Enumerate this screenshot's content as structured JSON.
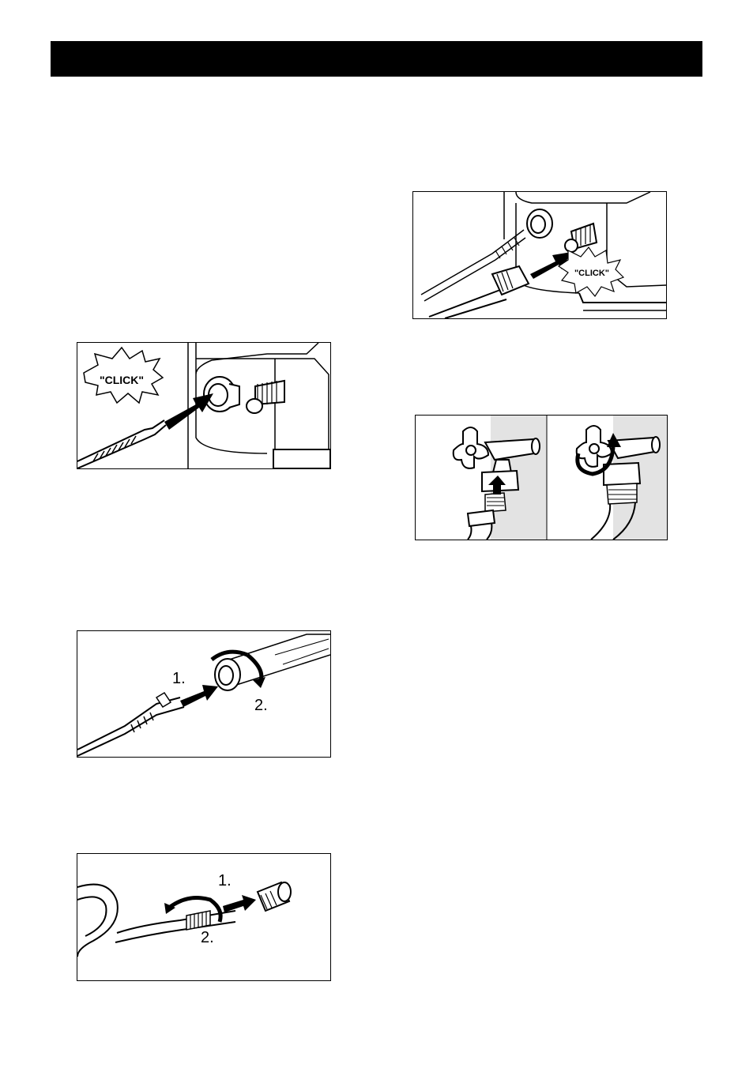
{
  "header": {
    "title": ""
  },
  "figures": {
    "unit_hose_connect": {
      "callout": "\"CLICK\""
    },
    "unit_garden_hose": {
      "callout": "\"CLICK\""
    },
    "gun_attach": {
      "step1": "1.",
      "step2": "2."
    },
    "hose_coupler": {
      "step1": "1.",
      "step2": "2."
    }
  }
}
